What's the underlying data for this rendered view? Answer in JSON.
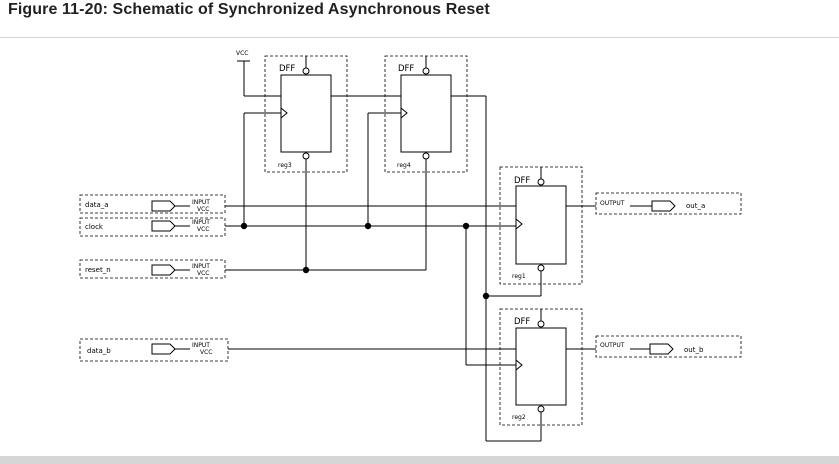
{
  "figure": {
    "title": "Figure 11-20: Schematic of Synchronized Asynchronous Reset"
  },
  "power": {
    "label": "VCC"
  },
  "inputs": [
    {
      "id": "data_a",
      "name": "data_a",
      "type": "INPUT",
      "value": "VCC"
    },
    {
      "id": "clock",
      "name": "clock",
      "type": "INPUT",
      "value": "VCC"
    },
    {
      "id": "reset_n",
      "name": "reset_n",
      "type": "INPUT",
      "value": "VCC"
    },
    {
      "id": "data_b",
      "name": "data_b",
      "type": "INPUT",
      "value": "VCC"
    }
  ],
  "outputs": [
    {
      "id": "out_a",
      "name": "out_a",
      "type": "OUTPUT"
    },
    {
      "id": "out_b",
      "name": "out_b",
      "type": "OUTPUT"
    }
  ],
  "registers": [
    {
      "id": "reg3",
      "type": "DFF",
      "name": "reg3"
    },
    {
      "id": "reg4",
      "type": "DFF",
      "name": "reg4"
    },
    {
      "id": "reg1",
      "type": "DFF",
      "name": "reg1"
    },
    {
      "id": "reg2",
      "type": "DFF",
      "name": "reg2"
    }
  ]
}
